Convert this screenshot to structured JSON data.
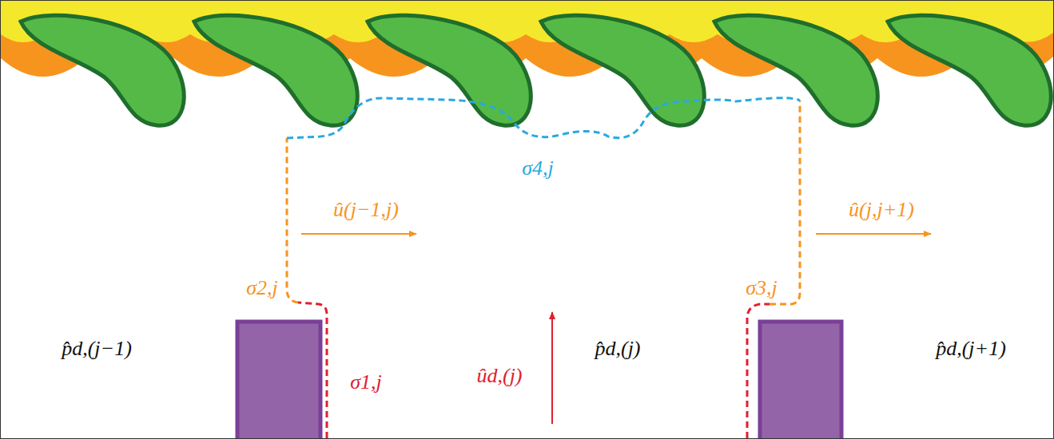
{
  "diagram": {
    "labels": [
      "σ4,j",
      "û(j−1,j)",
      "û(j,j+1)",
      "σ2,j",
      "σ3,j",
      "p̂d,(j−1)",
      "p̂d,(j)",
      "p̂d,(j+1)",
      "σ1,j",
      "ûd,(j)"
    ]
  }
}
